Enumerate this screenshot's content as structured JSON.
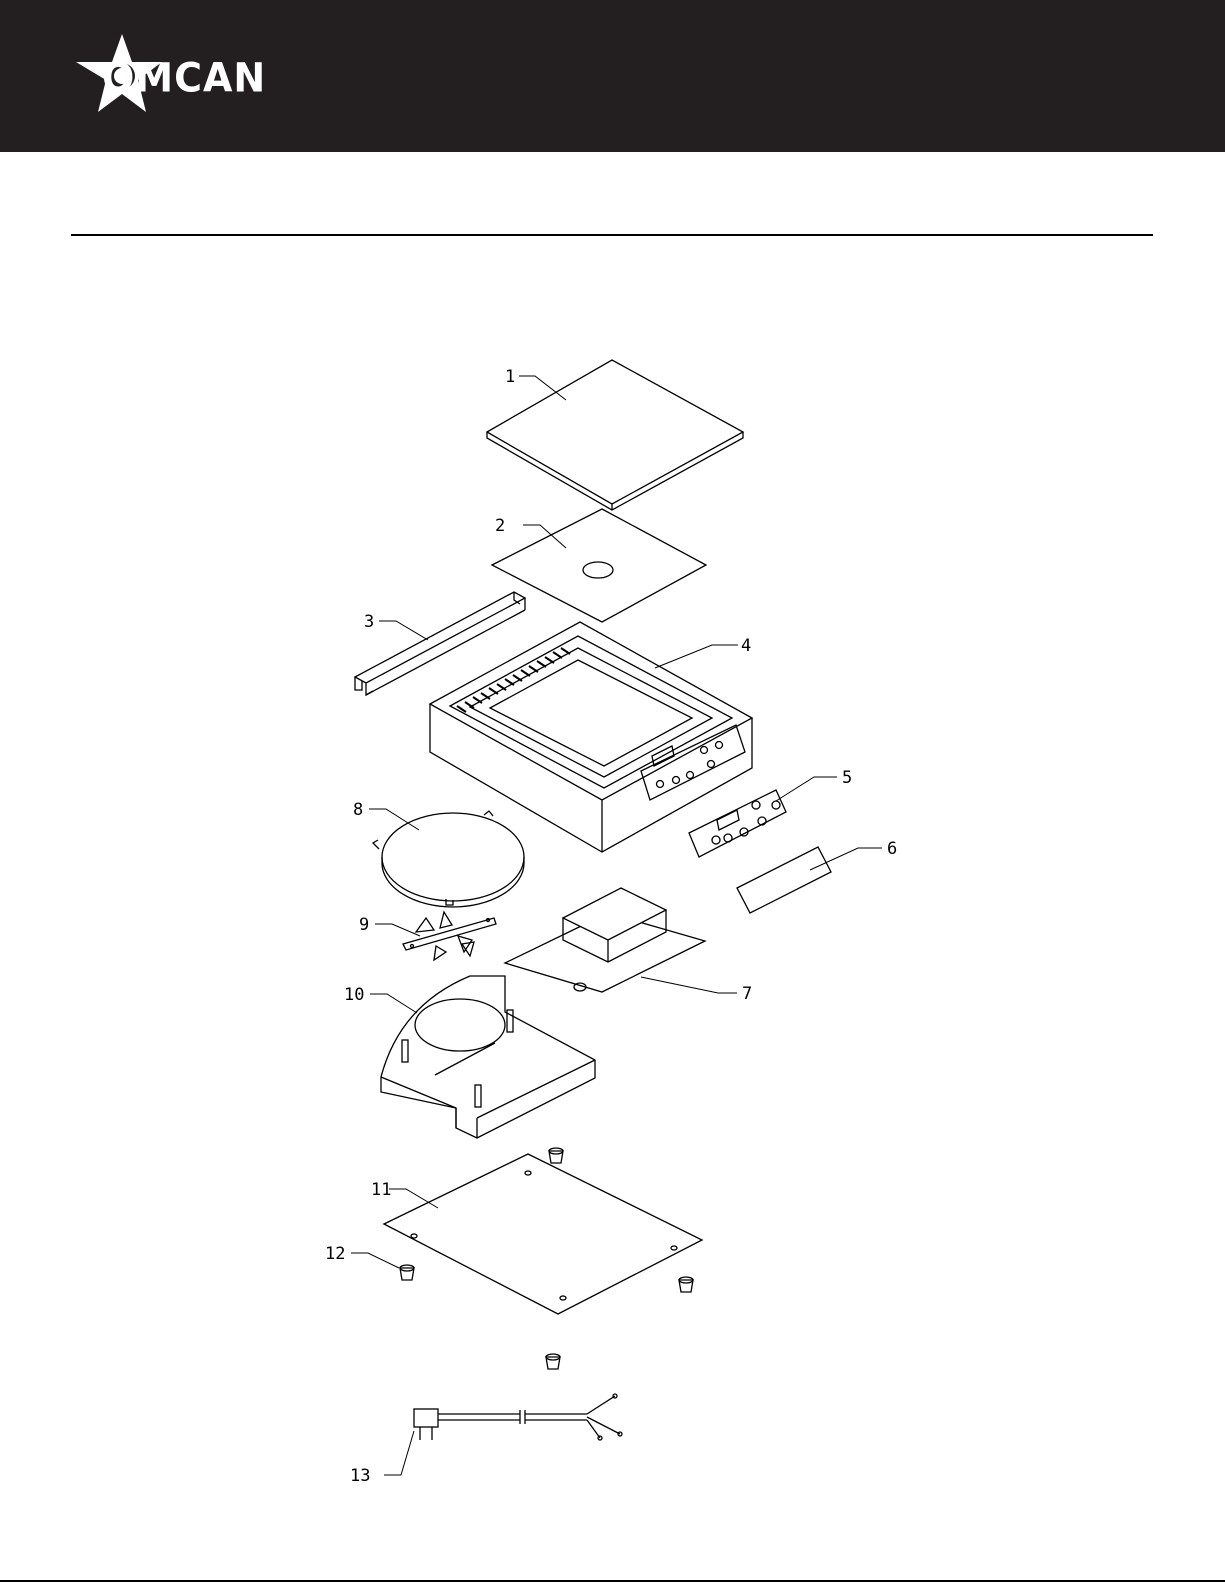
{
  "header": {
    "logo_text": "OMCAN",
    "background_color": "#231f20",
    "logo_icon": "star-icon"
  },
  "diagram": {
    "callouts": [
      {
        "label": "1",
        "part": "glass-top-plate"
      },
      {
        "label": "2",
        "part": "insulation-sheet"
      },
      {
        "label": "3",
        "part": "vent-bracket"
      },
      {
        "label": "4",
        "part": "housing-top-cover"
      },
      {
        "label": "5",
        "part": "control-panel-board"
      },
      {
        "label": "6",
        "part": "control-panel-label"
      },
      {
        "label": "7",
        "part": "pcb-board"
      },
      {
        "label": "8",
        "part": "induction-coil"
      },
      {
        "label": "9",
        "part": "cooling-fan"
      },
      {
        "label": "10",
        "part": "bottom-frame"
      },
      {
        "label": "11",
        "part": "bottom-plate"
      },
      {
        "label": "12",
        "part": "rubber-foot"
      },
      {
        "label": "13",
        "part": "power-cord"
      }
    ]
  }
}
